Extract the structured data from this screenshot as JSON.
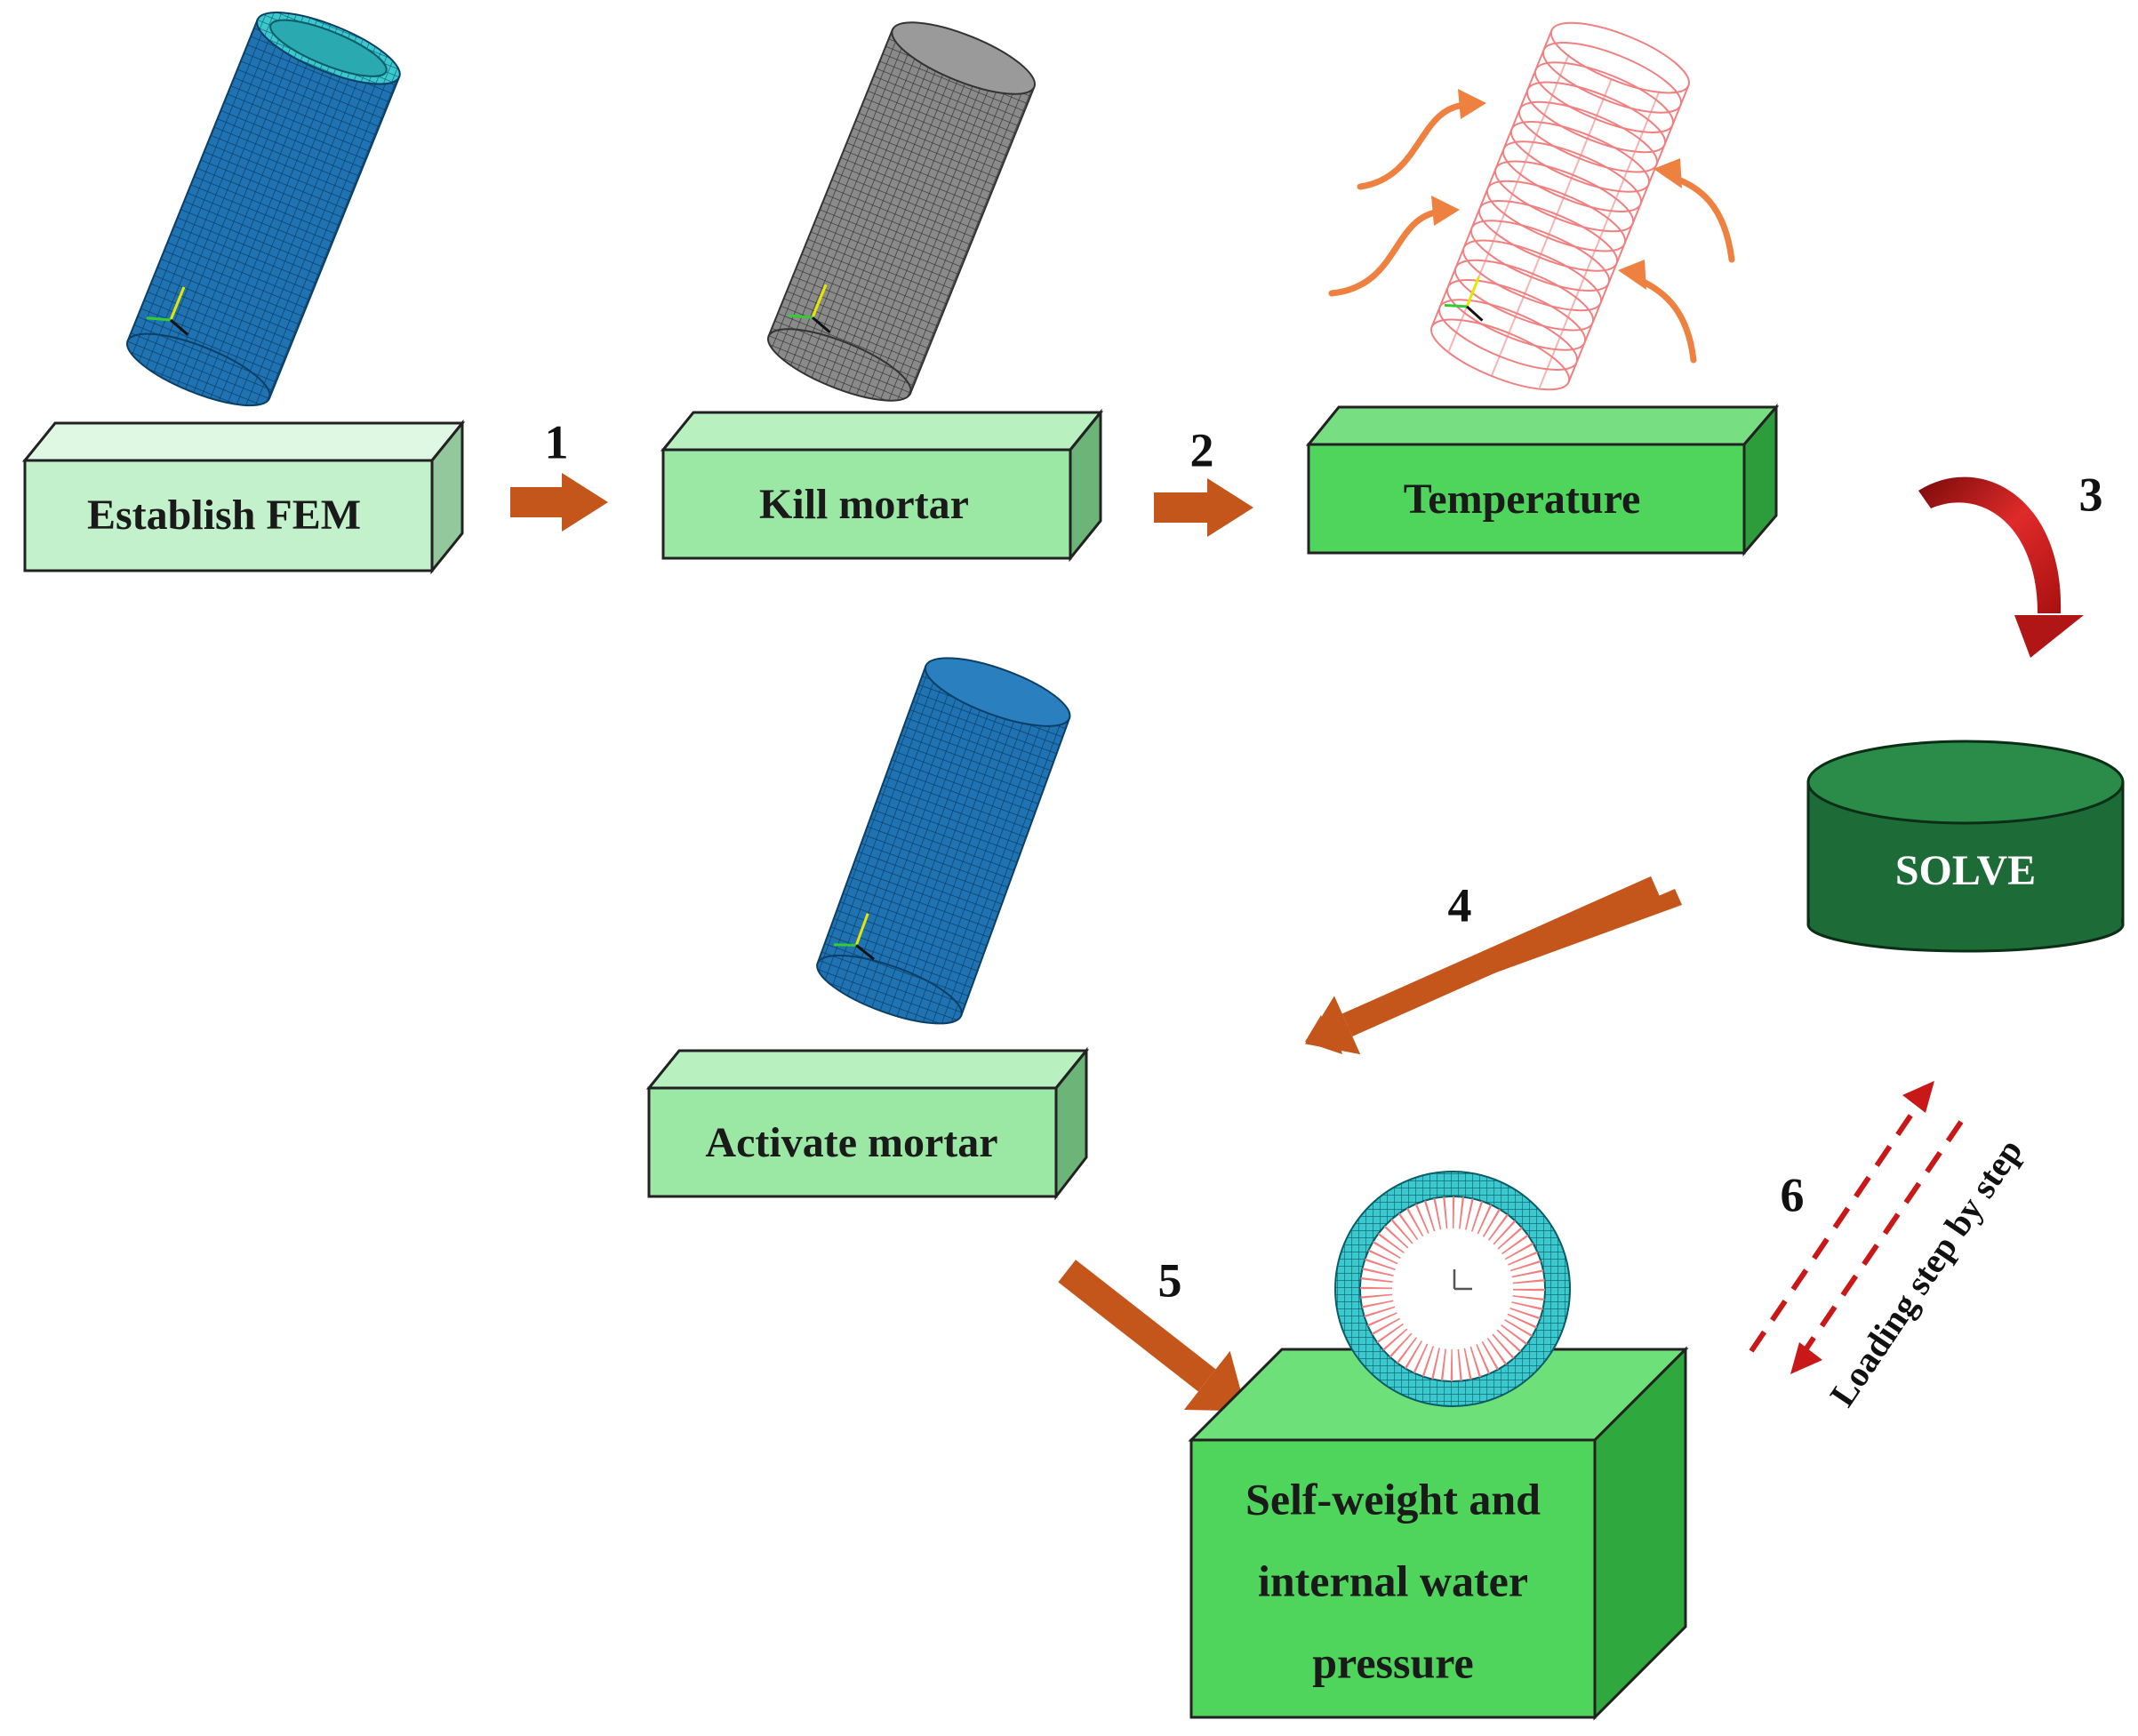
{
  "steps": {
    "establish": "Establish FEM",
    "kill": "Kill mortar",
    "temperature": "Temperature",
    "solve": "SOLVE",
    "activate": "Activate mortar",
    "load_line1": "Self-weight and",
    "load_line2": "internal water",
    "load_line3": "pressure"
  },
  "step_numbers": [
    "1",
    "2",
    "3",
    "4",
    "5",
    "6"
  ],
  "loading_note": "Loading step by step",
  "colors": {
    "box_light": "#c3f1cb",
    "box_mid": "#9ae8a4",
    "box_strong": "#4fd45c",
    "solve_drum": "#1d6b36",
    "flow_arrow": "#c4561c",
    "curved_arrow": "#b01616",
    "heat_arrow": "#ee8040",
    "mesh_blue": "#1f73b3",
    "mesh_grey": "#8a8a8a",
    "mesh_red": "#f08080"
  }
}
